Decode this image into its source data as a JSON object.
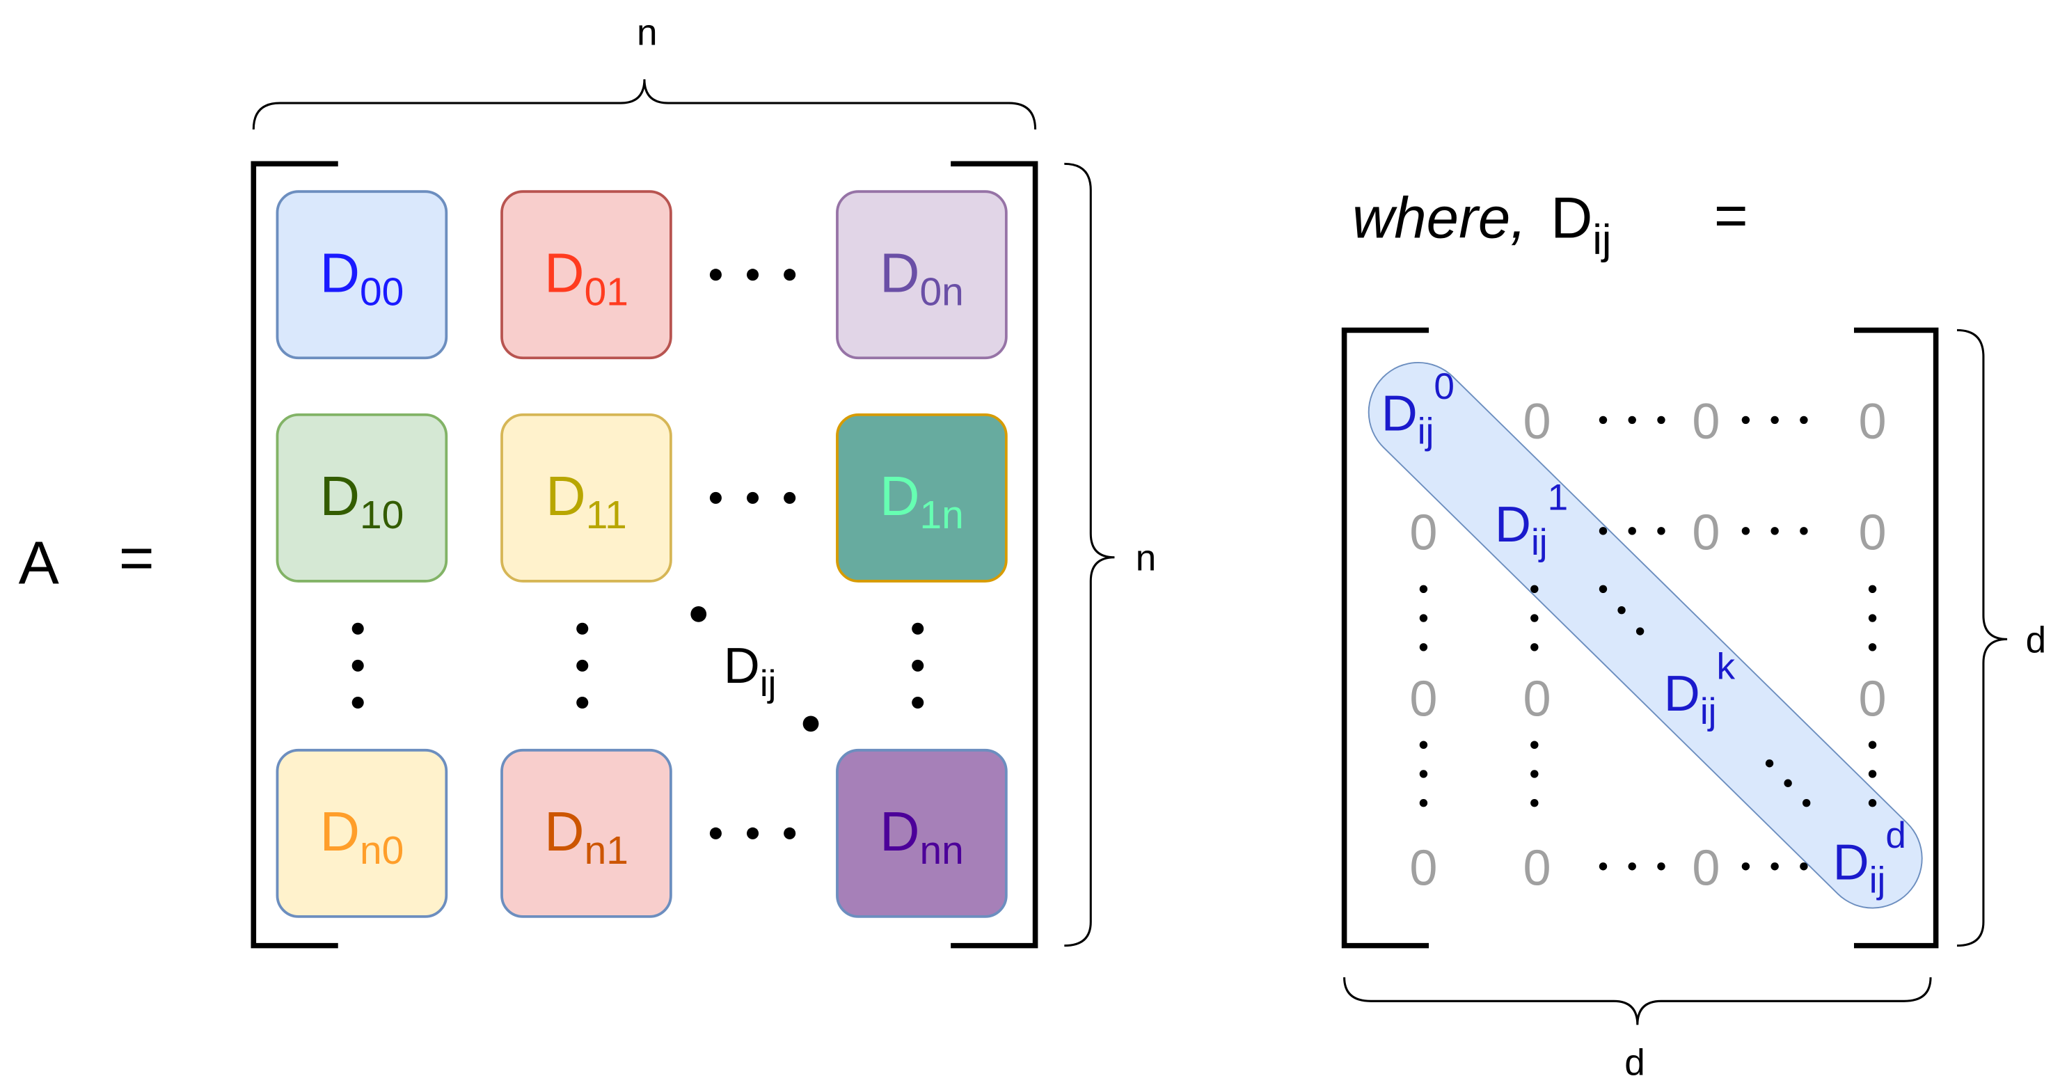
{
  "left": {
    "lhs": "A",
    "equals": "=",
    "top_dim": "n",
    "right_dim": "n",
    "blocks": [
      {
        "id": "b00",
        "base": "D",
        "sub": "00",
        "fill": "#dae8fc",
        "stroke": "#6c8ebf",
        "text": "#1a1aff"
      },
      {
        "id": "b01",
        "base": "D",
        "sub": "01",
        "fill": "#f8cecc",
        "stroke": "#b85450",
        "text": "#ff3b1f"
      },
      {
        "id": "b0n",
        "base": "D",
        "sub": "0n",
        "fill": "#e1d5e7",
        "stroke": "#9673a6",
        "text": "#6a4fa6"
      },
      {
        "id": "b10",
        "base": "D",
        "sub": "10",
        "fill": "#d5e8d4",
        "stroke": "#82b366",
        "text": "#335c00"
      },
      {
        "id": "b11",
        "base": "D",
        "sub": "11",
        "fill": "#fff2cc",
        "stroke": "#d6b656",
        "text": "#b8a600"
      },
      {
        "id": "b1n",
        "base": "D",
        "sub": "1n",
        "fill": "#67ab9f",
        "stroke": "#d79b00",
        "text": "#66ffb2"
      },
      {
        "id": "bn0",
        "base": "D",
        "sub": "n0",
        "fill": "#fff2cc",
        "stroke": "#6c8ebf",
        "text": "#ff9e2a"
      },
      {
        "id": "bn1",
        "base": "D",
        "sub": "n1",
        "fill": "#f8cecc",
        "stroke": "#6c8ebf",
        "text": "#cc5500"
      },
      {
        "id": "bnn",
        "base": "D",
        "sub": "nn",
        "fill": "#a680b8",
        "stroke": "#6c8ebf",
        "text": "#4c0099"
      }
    ],
    "diag_label": {
      "base": "D",
      "sub": "ij"
    }
  },
  "right": {
    "where_word": "where,",
    "where_var": {
      "base": "D",
      "sub": "ij"
    },
    "equals": "=",
    "bottom_dim": "d",
    "right_dim": "d",
    "zero": "0",
    "diag_entries": [
      {
        "base": "D",
        "sub": "ij",
        "sup": "0"
      },
      {
        "base": "D",
        "sub": "ij",
        "sup": "1"
      },
      {
        "base": "D",
        "sub": "ij",
        "sup": "k"
      },
      {
        "base": "D",
        "sub": "ij",
        "sup": "d"
      }
    ]
  },
  "colors": {
    "black": "#000000",
    "zero_gray": "#a0a0a0",
    "diag_blue": "#1a1acc",
    "band_fill": "#dae8fc",
    "band_stroke": "#6c8ebf"
  }
}
